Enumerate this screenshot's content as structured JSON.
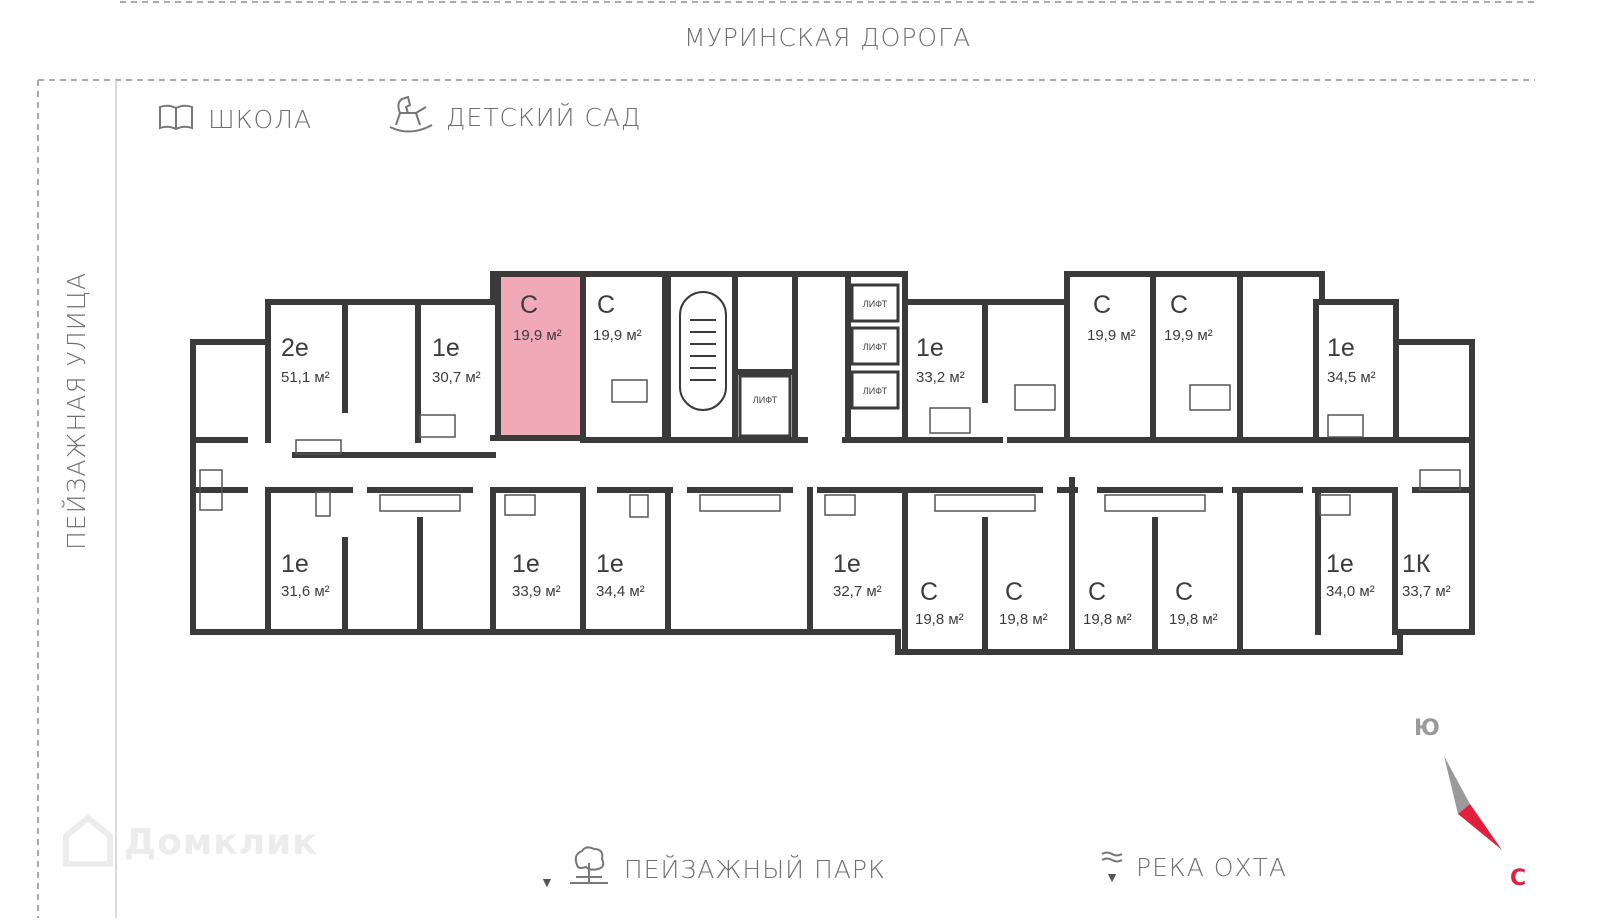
{
  "streets": {
    "top": "МУРИНСКАЯ ДОРОГА",
    "left": "ПЕЙЗАЖНАЯ УЛИЦА"
  },
  "landmarks": {
    "school": {
      "label": "ШКОЛА",
      "icon": "book-icon"
    },
    "kindergarten": {
      "label": "ДЕТСКИЙ САД",
      "icon": "rocking-horse-icon"
    },
    "park": {
      "label": "ПЕЙЗАЖНЫЙ ПАРК",
      "icon": "tree-icon"
    },
    "river": {
      "label": "РЕКА ОХТА",
      "icon": "waves-icon"
    }
  },
  "compass": {
    "north": "С",
    "south": "Ю",
    "north_color": "#e0203c",
    "south_color": "#9a9a9a"
  },
  "lift_label": "ЛИФТ",
  "highlight_color": "#f0a0b0",
  "wall_color": "#3a3a3a",
  "watermark": "Домклик",
  "apartments": [
    {
      "id": "a1",
      "type": "2е",
      "area": "51,1 м²",
      "selected": false
    },
    {
      "id": "a2",
      "type": "1е",
      "area": "30,7 м²",
      "selected": false
    },
    {
      "id": "a3",
      "type": "С",
      "area": "19,9 м²",
      "selected": true
    },
    {
      "id": "a4",
      "type": "С",
      "area": "19,9 м²",
      "selected": false
    },
    {
      "id": "a5",
      "type": "1е",
      "area": "33,2 м²",
      "selected": false
    },
    {
      "id": "a6",
      "type": "С",
      "area": "19,9 м²",
      "selected": false
    },
    {
      "id": "a7",
      "type": "С",
      "area": "19,9 м²",
      "selected": false
    },
    {
      "id": "a8",
      "type": "1е",
      "area": "34,5 м²",
      "selected": false
    },
    {
      "id": "a9",
      "type": "1е",
      "area": "31,6 м²",
      "selected": false
    },
    {
      "id": "a10",
      "type": "1е",
      "area": "33,9 м²",
      "selected": false
    },
    {
      "id": "a11",
      "type": "1е",
      "area": "34,4 м²",
      "selected": false
    },
    {
      "id": "a12",
      "type": "1е",
      "area": "32,7 м²",
      "selected": false
    },
    {
      "id": "a13",
      "type": "С",
      "area": "19,8 м²",
      "selected": false
    },
    {
      "id": "a14",
      "type": "С",
      "area": "19,8 м²",
      "selected": false
    },
    {
      "id": "a15",
      "type": "С",
      "area": "19,8 м²",
      "selected": false
    },
    {
      "id": "a16",
      "type": "С",
      "area": "19,8 м²",
      "selected": false
    },
    {
      "id": "a17",
      "type": "1е",
      "area": "34,0 м²",
      "selected": false
    },
    {
      "id": "a18",
      "type": "1К",
      "area": "33,7 м²",
      "selected": false
    }
  ]
}
